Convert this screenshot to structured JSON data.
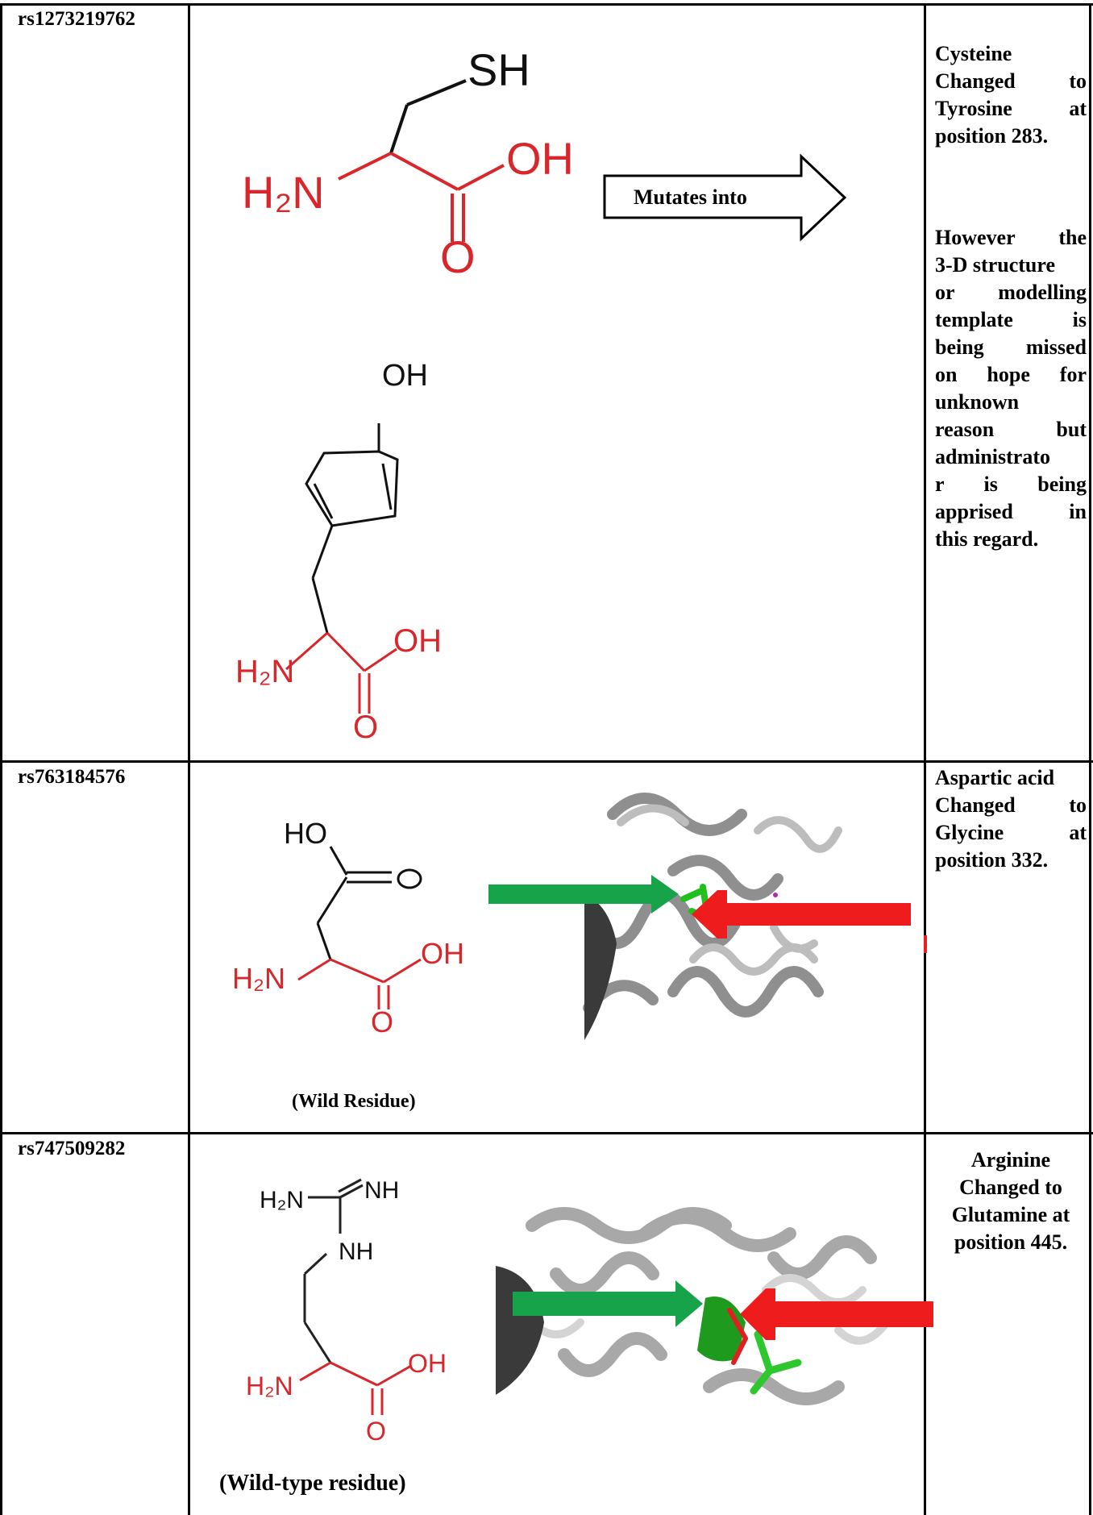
{
  "rows": [
    {
      "id": "rs1273219762",
      "description_lines": [
        "Cysteine",
        "Changed to",
        "Tyrosine at",
        "position 283."
      ],
      "note_lines": [
        "However the",
        "3-D structure",
        "or modelling",
        "template is",
        "being missed",
        "on hope for",
        "unknown",
        "reason but",
        "administrato",
        "r is being",
        "apprised in",
        "this regard."
      ],
      "arrow_label": "Mutates into",
      "wild_molecule": {
        "groups": {
          "top": "SH",
          "amine": "H₂N",
          "acid": "OH",
          "carbonyl": "O"
        }
      },
      "mutant_molecule": {
        "groups": {
          "top": "OH",
          "amine": "H₂N",
          "acid": "OH",
          "carbonyl": "O"
        }
      }
    },
    {
      "id": "rs763184576",
      "description_lines": [
        "Aspartic acid",
        "Changed to",
        "Glycine at",
        "position 332."
      ],
      "caption": "(Wild Residue)",
      "molecule": {
        "groups": {
          "top": "HO",
          "side_o": "O",
          "amine": "H₂N",
          "acid": "OH",
          "carbonyl": "O"
        }
      }
    },
    {
      "id": "rs747509282",
      "description_lines": [
        "Arginine",
        "Changed to",
        "Glutamine at",
        "position 445."
      ],
      "caption": "(Wild-type residue)",
      "molecule": {
        "groups": {
          "guan_n": "H₂N",
          "guan_nh": "NH",
          "chain_nh": "NH",
          "amine": "H₂N",
          "acid": "OH",
          "carbonyl": "O"
        }
      }
    }
  ],
  "colors": {
    "backbone_red": "#d8262b",
    "green_arrow": "#16a34a",
    "red_arrow": "#ee1c1c",
    "residue_green": "#22c01e"
  }
}
